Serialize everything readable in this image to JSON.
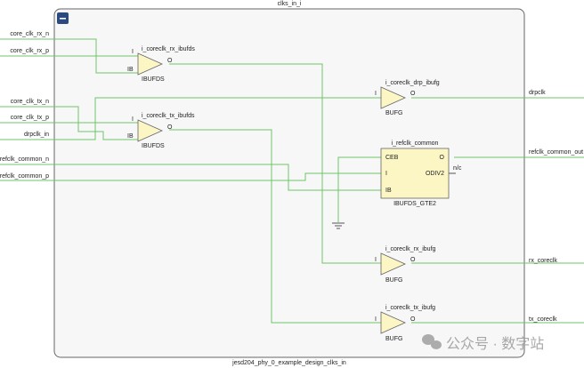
{
  "module": {
    "instance_name": "clks_in_i",
    "module_name": "jesd204_phy_0_example_design_clks_in",
    "collapse_button_symbol": "−"
  },
  "input_ports": [
    "core_clk_rx_n",
    "core_clk_rx_p",
    "core_clk_tx_n",
    "core_clk_tx_p",
    "drpclk_in",
    "refclk_common_n",
    "refclk_common_p"
  ],
  "output_ports": [
    "drpclk",
    "refclk_common_out",
    "rx_coreclk",
    "tx_coreclk"
  ],
  "cells": {
    "rx_ibufds": {
      "name": "i_coreclk_rx_ibufds",
      "type": "IBUFDS",
      "pins": [
        "I",
        "IB",
        "O"
      ]
    },
    "tx_ibufds": {
      "name": "i_coreclk_tx_ibufds",
      "type": "IBUFDS",
      "pins": [
        "I",
        "IB",
        "O"
      ]
    },
    "drp_ibufg": {
      "name": "i_coreclk_drp_ibufg",
      "type": "BUFG",
      "pins": [
        "I",
        "O"
      ]
    },
    "refclk": {
      "name": "i_refclk_common",
      "type": "IBUFDS_GTE2",
      "pins": [
        "CEB",
        "I",
        "IB",
        "O",
        "ODIV2"
      ],
      "nc": "n/c"
    },
    "rx_ibufg": {
      "name": "i_coreclk_rx_ibufg",
      "type": "BUFG",
      "pins": [
        "I",
        "O"
      ]
    },
    "tx_ibufg": {
      "name": "i_coreclk_tx_ibufg",
      "type": "BUFG",
      "pins": [
        "I",
        "O"
      ]
    }
  },
  "colors": {
    "wire": "#6cc46a",
    "cell_fill": "#fbf6c4",
    "collapse_button": "#2a4a80",
    "module_bg": "#f7f7f7"
  },
  "watermark": "公众号 · 数字站"
}
